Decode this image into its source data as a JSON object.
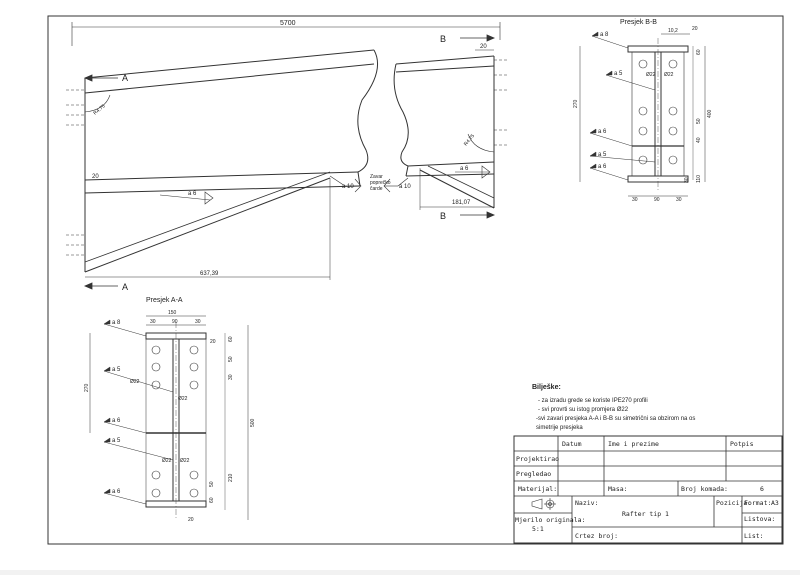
{
  "drawing": {
    "dimensions": {
      "overall_length": "5700",
      "bottom_offset": "637,39",
      "right_offset": "181,07",
      "side_20_a": "20",
      "side_20_b": "20",
      "radius_left": "R4.75",
      "radius_right": "R4.75"
    },
    "sections": {
      "a_left": "A",
      "a_left_bottom": "A",
      "b_top": "B",
      "b_bottom": "B"
    },
    "welds_main": {
      "w1": "a 6",
      "w2": "a 10",
      "w3": "a 10",
      "w4": "a 6",
      "note": [
        "Zavar",
        "poprečko",
        "čarde"
      ]
    }
  },
  "section_bb": {
    "title": "Presjek B-B",
    "dims": {
      "top1": "10,2",
      "top2": "20",
      "h270": "270",
      "h400": "400",
      "v60": "60",
      "v50": "50",
      "v40": "40",
      "v30": "30",
      "v110": "110",
      "b30a": "30",
      "b90": "90",
      "b30b": "30"
    },
    "welds": {
      "w1": "a 8",
      "w2": "a 5",
      "w3": "a 6",
      "w4": "a 5",
      "w5": "a 6"
    },
    "holes": {
      "h1": "Ø22",
      "h2": "Ø22"
    }
  },
  "section_aa": {
    "title": "Presjek A-A",
    "dims": {
      "top150": "150",
      "t30a": "30",
      "t90": "90",
      "t30b": "30",
      "r60": "60",
      "r50": "50",
      "r30": "30",
      "r210": "210",
      "r50b": "50",
      "r60b": "60",
      "l270": "270",
      "r500": "500",
      "b20": "20",
      "top20": "20"
    },
    "welds": {
      "w1": "a 8",
      "w2": "a 5",
      "w3": "a 6",
      "w4": "a 5",
      "w5": "a 6"
    },
    "holes": {
      "h1": "Ø22",
      "h2": "Ø22",
      "h3": "Ø22",
      "h4": "Ø22"
    }
  },
  "notes": {
    "title": "Bilješke:",
    "lines": [
      "- za izradu grede se koriste IPE270 profili",
      "- svi provrti su istog promjera Ø22",
      "-svi zavari presjeka A-A i B-B su simetrični sa obzirom na os",
      "simetrije presjeka"
    ]
  },
  "title_block": {
    "datum": "Datum",
    "ime": "Ime i prezime",
    "potpis": "Potpis",
    "projektirao": "Projektirao",
    "pregledao": "Pregledao",
    "materijal": "Materijal:",
    "masa": "Masa:",
    "broj_komada": "Broj komada:",
    "broj_komada_val": "6",
    "mjerilo": "Mjerilo originala:",
    "mjerilo_val": "5:1",
    "naziv": "Naziv:",
    "naziv_val": "Rafter tip 1",
    "pozicija": "Pozicija:",
    "format": "Format:",
    "format_val": "A3",
    "listova": "Listova:",
    "crtez": "Crtez broj:",
    "list": "List:"
  }
}
